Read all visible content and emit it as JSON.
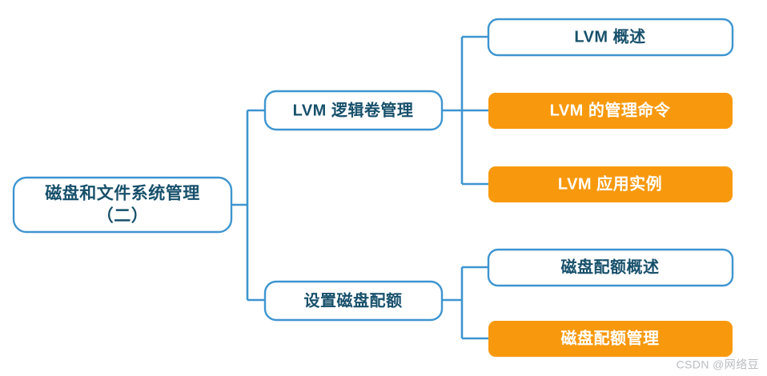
{
  "diagram": {
    "type": "mindmap",
    "title": "磁盘和文件系统管理（二）",
    "orientation": "left-to-right",
    "colors": {
      "background": "#FFFFFF",
      "connector": "#3E95D0",
      "outline_border": "#3E95D0",
      "outline_fill": "#FFFFFF",
      "accent_fill": "#F8990D",
      "dark_text": "#17506B",
      "light_text": "#FFFFFF",
      "watermark": "#B9BCC0"
    },
    "root": {
      "id": "root",
      "line1": "磁盘和文件系统管理",
      "line2": "（二）",
      "style": "outline"
    },
    "branches": [
      {
        "id": "branch-lvm",
        "label": "LVM 逻辑卷管理",
        "style": "outline",
        "children": [
          {
            "id": "leaf-lvm-overview",
            "label": "LVM 概述",
            "style": "outline"
          },
          {
            "id": "leaf-lvm-commands",
            "label": "LVM 的管理命令",
            "style": "filled"
          },
          {
            "id": "leaf-lvm-example",
            "label": "LVM 应用实例",
            "style": "filled"
          }
        ]
      },
      {
        "id": "branch-quota",
        "label": "设置磁盘配额",
        "style": "outline",
        "children": [
          {
            "id": "leaf-quota-overview",
            "label": "磁盘配额概述",
            "style": "outline"
          },
          {
            "id": "leaf-quota-manage",
            "label": "磁盘配额管理",
            "style": "filled"
          }
        ]
      }
    ]
  },
  "watermark": {
    "text": "CSDN @网络豆"
  }
}
